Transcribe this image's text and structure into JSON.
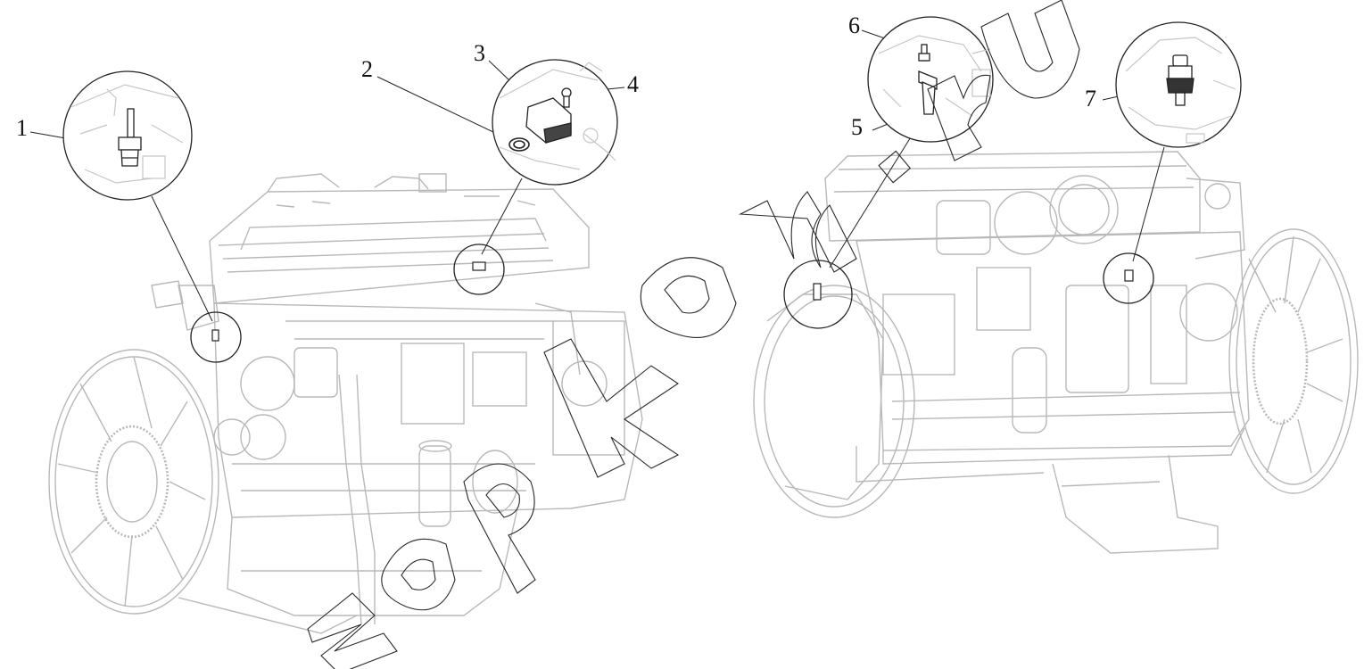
{
  "callouts": [
    "1",
    "2",
    "3",
    "4",
    "5",
    "6",
    "7"
  ],
  "watermark": "zapkam.ru",
  "colors": {
    "line": "#222222",
    "engine": "#b8b8b8",
    "engine_light": "#d2d2d2",
    "watermark": "#2a2a2a"
  }
}
